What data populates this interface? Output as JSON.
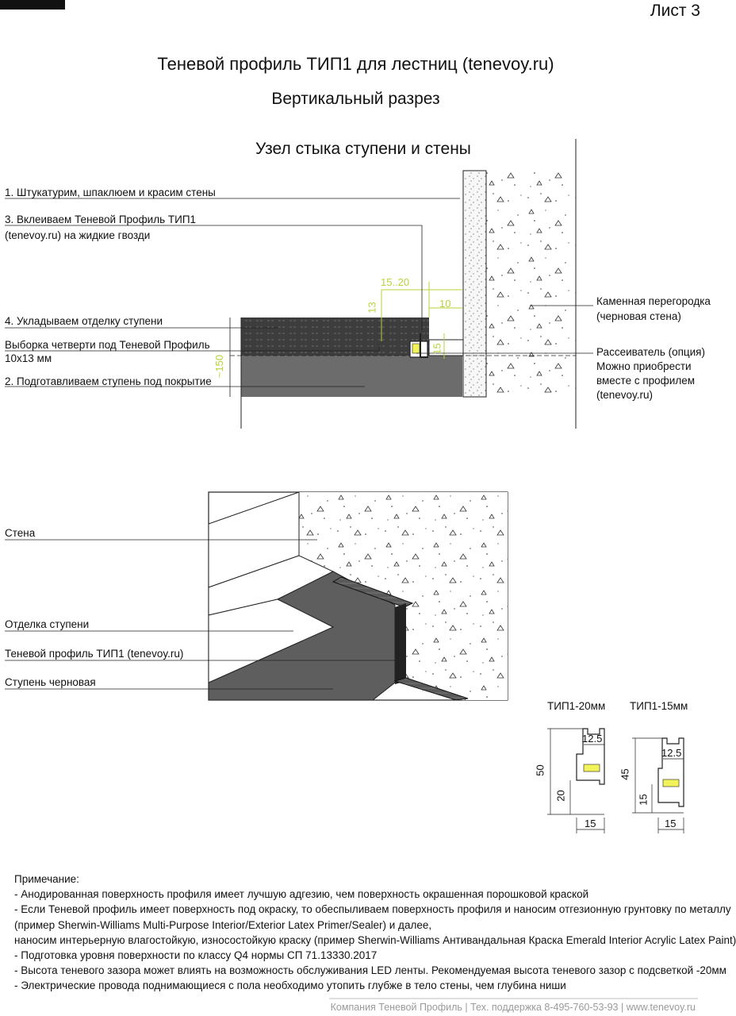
{
  "sheet": "Лист 3",
  "title": "Теневой профиль ТИП1 для лестниц (tenevoy.ru)",
  "subtitle": "Вертикальный разрез",
  "section_title": "Узел стыка ступени и стены",
  "section_labels": {
    "step1": "1. Штукатурим, шпаклюем и красим стены",
    "step3_line1": "3. Вклеиваем Теневой Профиль ТИП1",
    "step3_line2": "(tenevoy.ru) на жидкие гвозди",
    "step4": "4. Укладываем отделку ступени",
    "groove_line1": "Выборка четверти под Теневой Профиль",
    "groove_line2": "10х13 мм",
    "step2": "2. Подготавливаем ступень  под покрытие",
    "wall_line1": "Каменная перегородка",
    "wall_line2": "(черновая стена)",
    "diffuser_line1": "Рассеиватель (опция)",
    "diffuser_line2": "Можно приобрести",
    "diffuser_line3": "вместе с профилем",
    "diffuser_line4": "(tenevoy.ru)"
  },
  "section_dims": {
    "d1520": "15..20",
    "d10": "10",
    "d13": "13",
    "d15": "15",
    "d150": "~150"
  },
  "iso_labels": {
    "wall": "Стена",
    "finish": "Отделка ступени",
    "profile": "Теневой профиль ТИП1 (tenevoy.ru)",
    "rough_step": "Ступень черновая"
  },
  "profiles": {
    "p20": {
      "name": "ТИП1-20мм",
      "w_top": "12.5",
      "h_total": "50",
      "h_low": "20",
      "w_bottom": "15"
    },
    "p15": {
      "name": "ТИП1-15мм",
      "w_top": "12.5",
      "h_total": "45",
      "h_low": "15",
      "w_bottom": "15"
    }
  },
  "notes": {
    "heading": "Примечание:",
    "lines": [
      "- Анодированная поверхность профиля имеет лучшую адгезию, чем поверхность окрашенная порошковой краской",
      "- Если Теневой профиль имеет поверхность под окраску, то обеспыливаем поверхность профиля и наносим отгезионную грунтовку по металлу",
      "(пример Sherwin-Williams Multi-Purpose Interior/Exterior Latex Primer/Sealer) и далее,",
      "наносим интерьерную влагостойкую, износостойкую краску (пример Sherwin-Williams Антивандальная Краска Emerald Interior Acrylic Latex Paint)",
      "- Подготовка уровня поверхности по классу Q4 нормы СП 71.13330.2017",
      "- Высота теневого зазора может влиять на возможность обслуживания LED ленты. Рекомендуемая высота теневого зазор с подсветкой -20мм",
      "- Электрические провода поднимающиеся с пола необходимо утопить глубже в тело стены, чем глубина ниши"
    ]
  },
  "footer": "Компания Теневой Профиль | Тех. поддержка 8-495-760-53-93 | www.tenevoy.ru",
  "colors": {
    "accent_green": "#b7d33a",
    "led_yellow": "#f2f25a",
    "finish_dark": "#3e3e3e",
    "rough_step": "#6c6c6c"
  }
}
